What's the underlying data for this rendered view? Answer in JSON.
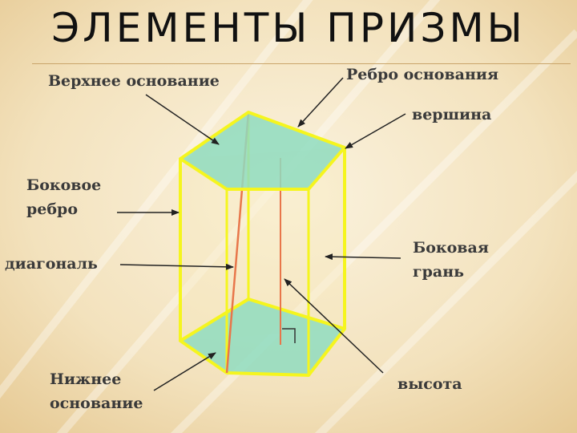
{
  "title": "ЭЛЕМЕНТЫ ПРИЗМЫ",
  "labels": {
    "top_base": "Верхнее основание",
    "base_edge": "Ребро основания",
    "vertex": "вершина",
    "lateral_edge_line1": "Боковое",
    "lateral_edge_line2": "ребро",
    "diagonal": "диагональ",
    "lateral_face_line1": "Боковая",
    "lateral_face_line2": "грань",
    "bottom_base_line1": "Нижнее",
    "bottom_base_line2": "основание",
    "height": "высота"
  },
  "colors": {
    "edge": "#f5f51e",
    "base_fill": "#8fdcc0",
    "diagonal": "#e8764a",
    "height": "#e8764a",
    "arrow": "#222222"
  }
}
